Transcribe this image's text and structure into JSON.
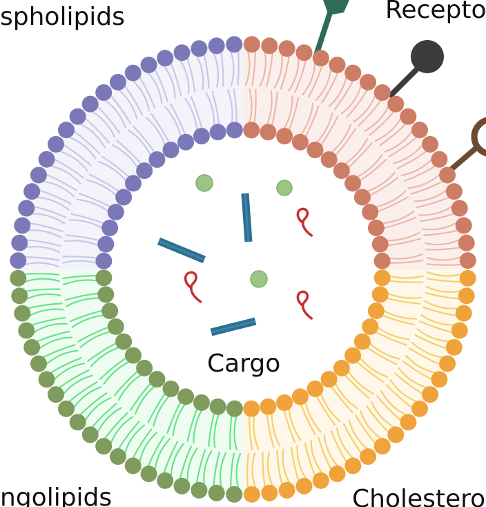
{
  "labels": {
    "phospholipids": "spholipids",
    "receptors": "Recepto",
    "sphingolipids": "ngolipids",
    "cholesterol": "Cholestero",
    "cargo": "Cargo"
  },
  "colors": {
    "phospholipid_head": "#7b78b8",
    "phospholipid_tail": "#c9c7e6",
    "receptor_head": "#cd7c66",
    "receptor_tail": "#e9b9aa",
    "sphingolipid_head": "#7f9c5e",
    "sphingolipid_tail": "#66e38a",
    "cholesterol_head": "#f0a33a",
    "cholesterol_tail": "#f5cf6a",
    "receptor_green": "#2f6b58",
    "receptor_gray": "#3c3c3c",
    "receptor_brown": "#6d4a32",
    "cargo_rod": "#2b6f93",
    "cargo_squiggle": "#c62f2f",
    "cargo_sphere": "#9cc585"
  }
}
